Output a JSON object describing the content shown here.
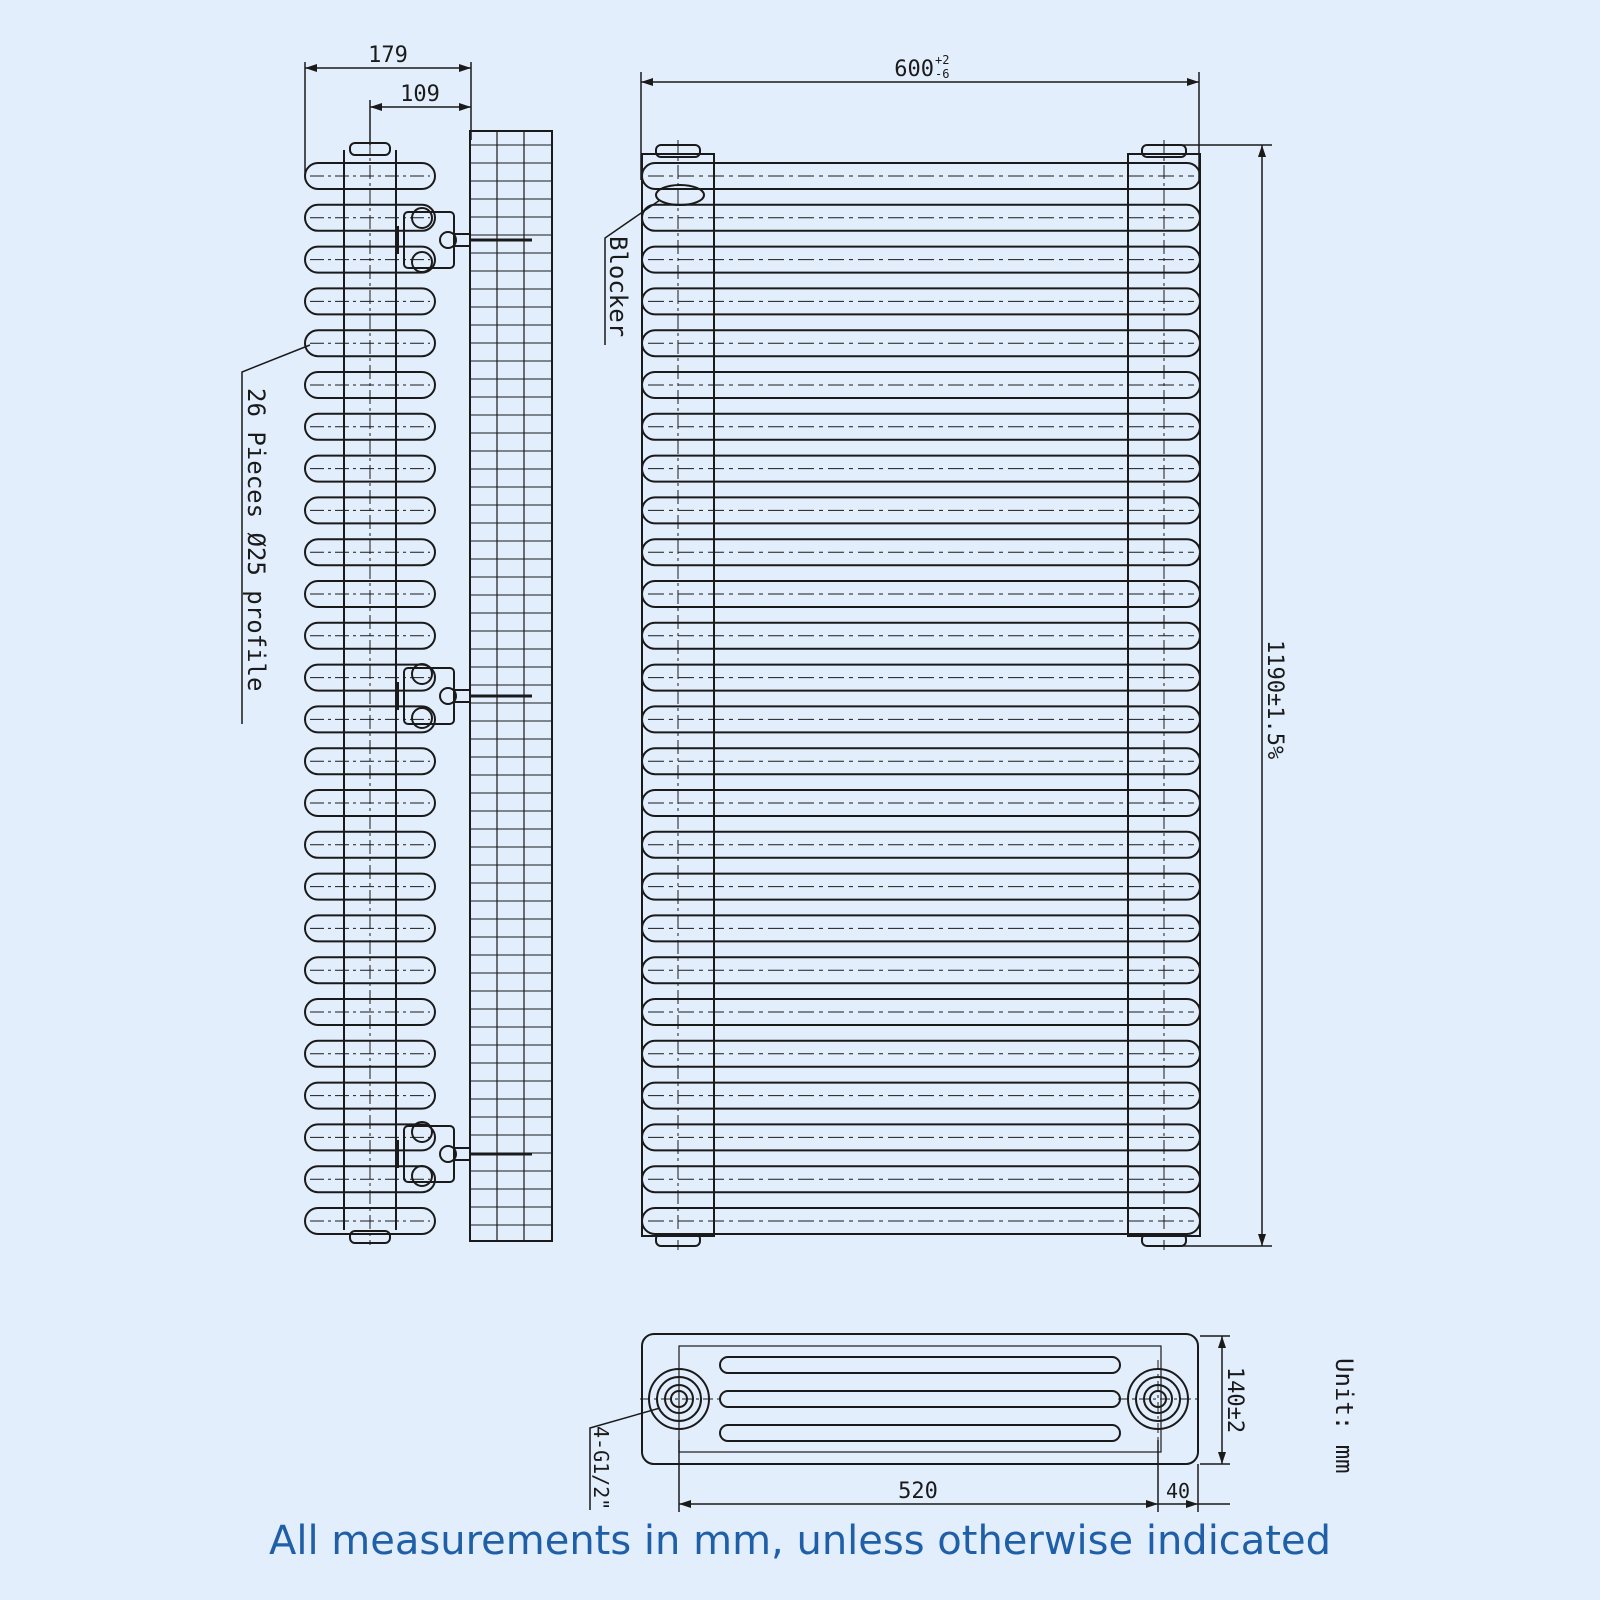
{
  "side_view": {
    "dim_overall_depth": "179",
    "dim_wall_to_center": "109",
    "pieces_label": "26 Pieces Ø25 profile"
  },
  "front_view": {
    "dim_width": "600",
    "dim_width_tol_upper": "+2",
    "dim_width_tol_lower": "-6",
    "dim_height": "1190±1.5%",
    "blocker_label": "Blocker"
  },
  "top_view": {
    "dim_depth": "140±2",
    "dim_center_distance": "520",
    "dim_end_offset": "40",
    "connection_label": "4-G1/2\""
  },
  "unit_label": "Unit: mm",
  "footer_note": "All measurements in mm, unless otherwise indicated",
  "colors": {
    "background": "#e3eefd",
    "line": "#1a1a1a",
    "footer_text": "#1f5fa8"
  }
}
